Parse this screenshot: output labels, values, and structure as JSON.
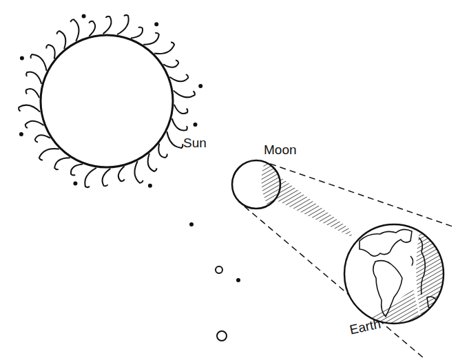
{
  "diagram": {
    "labels": [
      "Sun",
      "Moon",
      "Earth"
    ]
  }
}
